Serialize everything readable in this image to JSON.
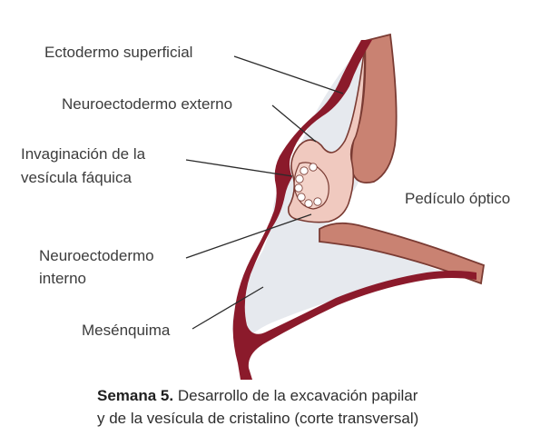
{
  "labels": {
    "ectodermo_superficial": "Ectodermo superficial",
    "neuroectodermo_externo": "Neuroectodermo externo",
    "invaginacion_line1": "Invaginación de la",
    "invaginacion_line2": "vesícula fáquica",
    "pediculo_optico": "Pedículo óptico",
    "neuroectodermo_interno_line1": "Neuroectodermo",
    "neuroectodermo_interno_line2": "interno",
    "mesenquima": "Mesénquima"
  },
  "caption": {
    "bold": "Semana 5.",
    "line1_rest": " Desarrollo de la excavación papilar",
    "line2": "y de la vesícula de cristalino (corte transversal)"
  },
  "colors": {
    "ectoderm": "#8b1a2b",
    "optic_stalk": "#c98272",
    "optic_stalk_outline": "#7a3b33",
    "mesenchyme": "#e6e9ee",
    "lens_vesicle": "#f0c9bf",
    "leader_line": "#2b2b2b"
  }
}
